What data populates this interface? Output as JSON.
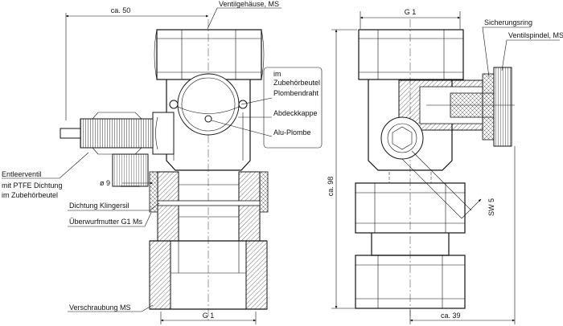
{
  "labels": {
    "ventilgehaeuse": "Ventilgehäuse, MS",
    "zubehoer_line1": "im",
    "zubehoer_line2": "Zubehörbeutel",
    "plombendraht": "Plombendraht",
    "abdeckkappe": "Abdeckkappe",
    "alu_plombe": "Alu-Plombe",
    "entleerventil_line1": "Entleerventil",
    "entleerventil_line2": "mit PTFE Dichtung",
    "entleerventil_line3": "im Zubehörbeutel",
    "dichtung": "Dichtung Klingersil",
    "ueberwurfmutter": "Überwurfmutter G1 Ms",
    "verschraubung": "Verschraubung MS",
    "sicherungsring": "Sicherungsring",
    "ventilspindel": "Ventilspindel, MS"
  },
  "dimensions": {
    "ca_50": "ca. 50",
    "g1_bottom": "G 1",
    "d9": "ø 9",
    "g1_top_right": "G 1",
    "ca_98": "ca. 98",
    "ca_39": "ca. 39",
    "sw5": "SW 5"
  }
}
